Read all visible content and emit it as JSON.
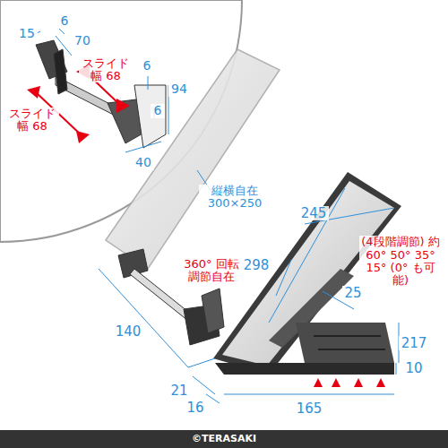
{
  "diagram": {
    "labels": [
      "15",
      "6",
      "70",
      "スライド幅 68",
      "6",
      "94",
      "6",
      "スライド幅 68",
      "40",
      "縦横自在 300×250",
      "245",
      "298",
      "360° 回転 調節自在",
      "140",
      "25",
      "(4段階調節) 約60° 50° 35° 15° (0° も可能)",
      "217",
      "10",
      "21",
      "16",
      "165",
      "©TERASAKI"
    ]
  }
}
